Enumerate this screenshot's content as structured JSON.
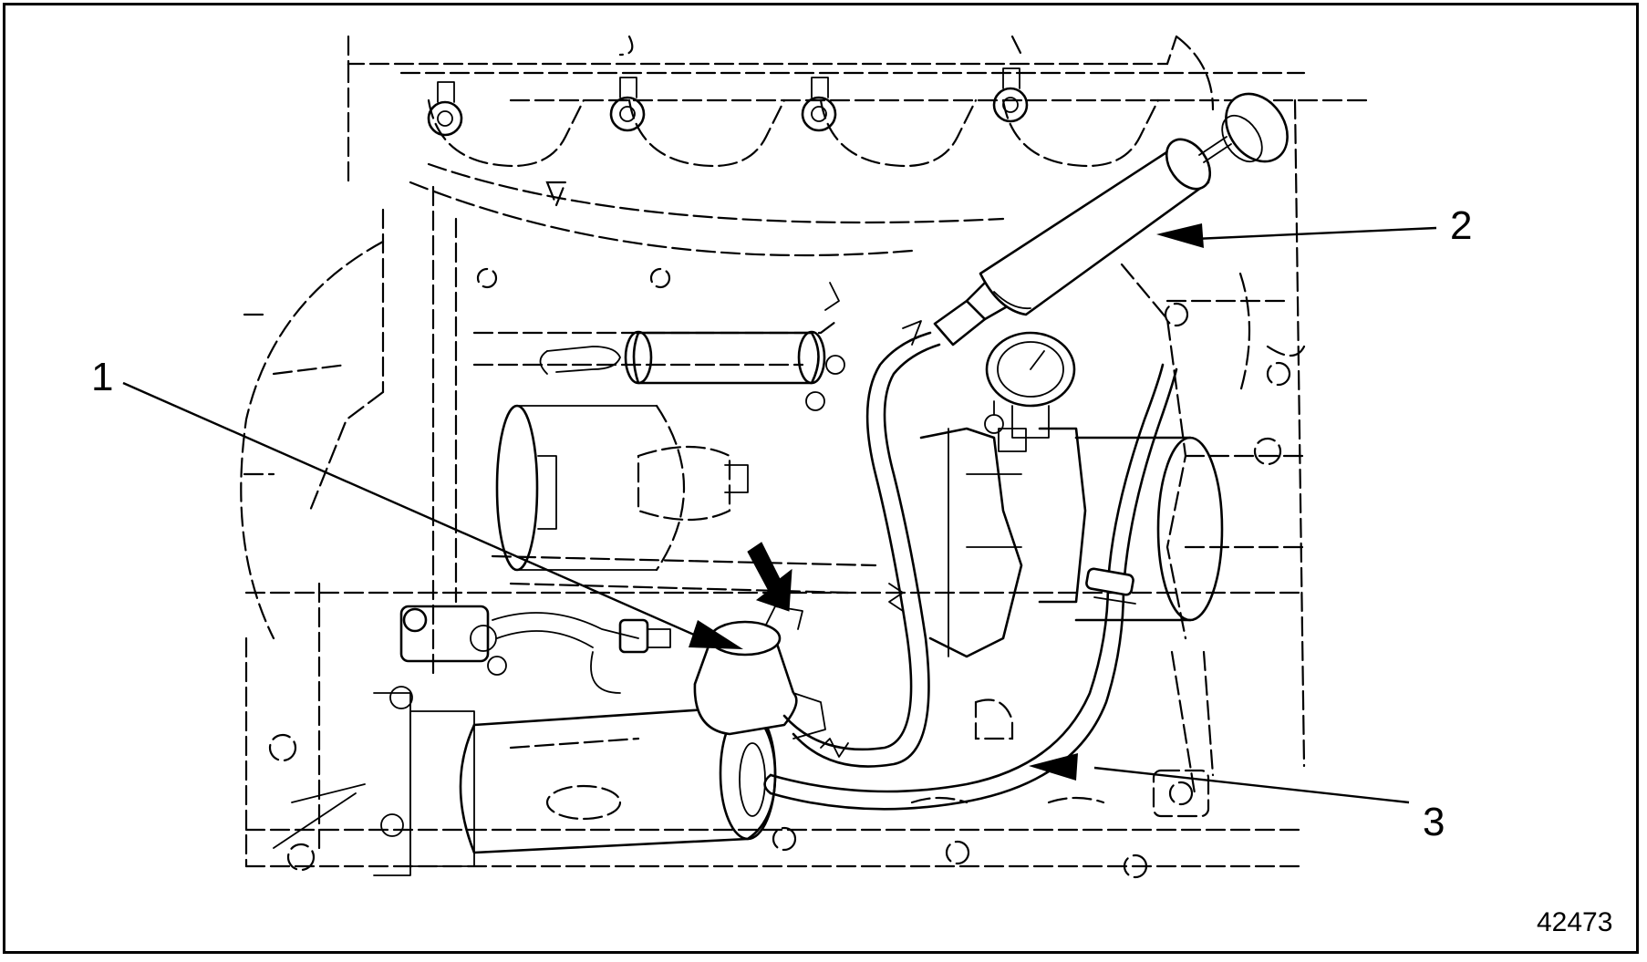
{
  "callouts": {
    "c1": "1",
    "c2": "2",
    "c3": "3"
  },
  "figure_number": "42473",
  "colors": {
    "line": "#000000",
    "background": "#ffffff"
  }
}
